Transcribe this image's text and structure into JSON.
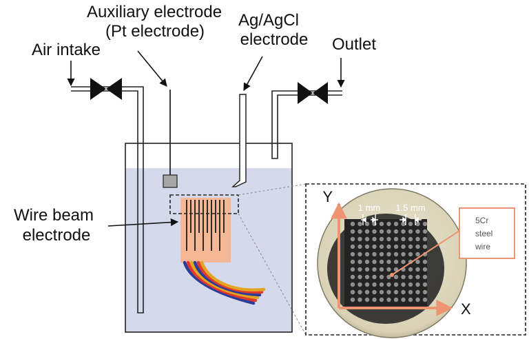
{
  "labels": {
    "auxiliary_line1": "Auxiliary electrode",
    "auxiliary_line2": "(Pt electrode)",
    "agagcl_line1": "Ag/AgCl",
    "agagcl_line2": "electrode",
    "air_intake": "Air intake",
    "outlet": "Outlet",
    "wire_beam_line1": "Wire beam",
    "wire_beam_line2": "electrode"
  },
  "inset": {
    "axis_y": "Y",
    "axis_x": "X",
    "spacing_1": "1 mm",
    "spacing_2": "1.5 mm",
    "material_line1": "5Cr",
    "material_line2": "steel",
    "material_line3": "wire"
  },
  "colors": {
    "solution": "#d4daec",
    "electrode_pad": "#f4b896",
    "axis": "#ee9472",
    "cable_stripes": [
      "#2c3d97",
      "#e03a2c",
      "#e3a422",
      "#2c3d97",
      "#e03a2c",
      "#e3a422"
    ]
  }
}
